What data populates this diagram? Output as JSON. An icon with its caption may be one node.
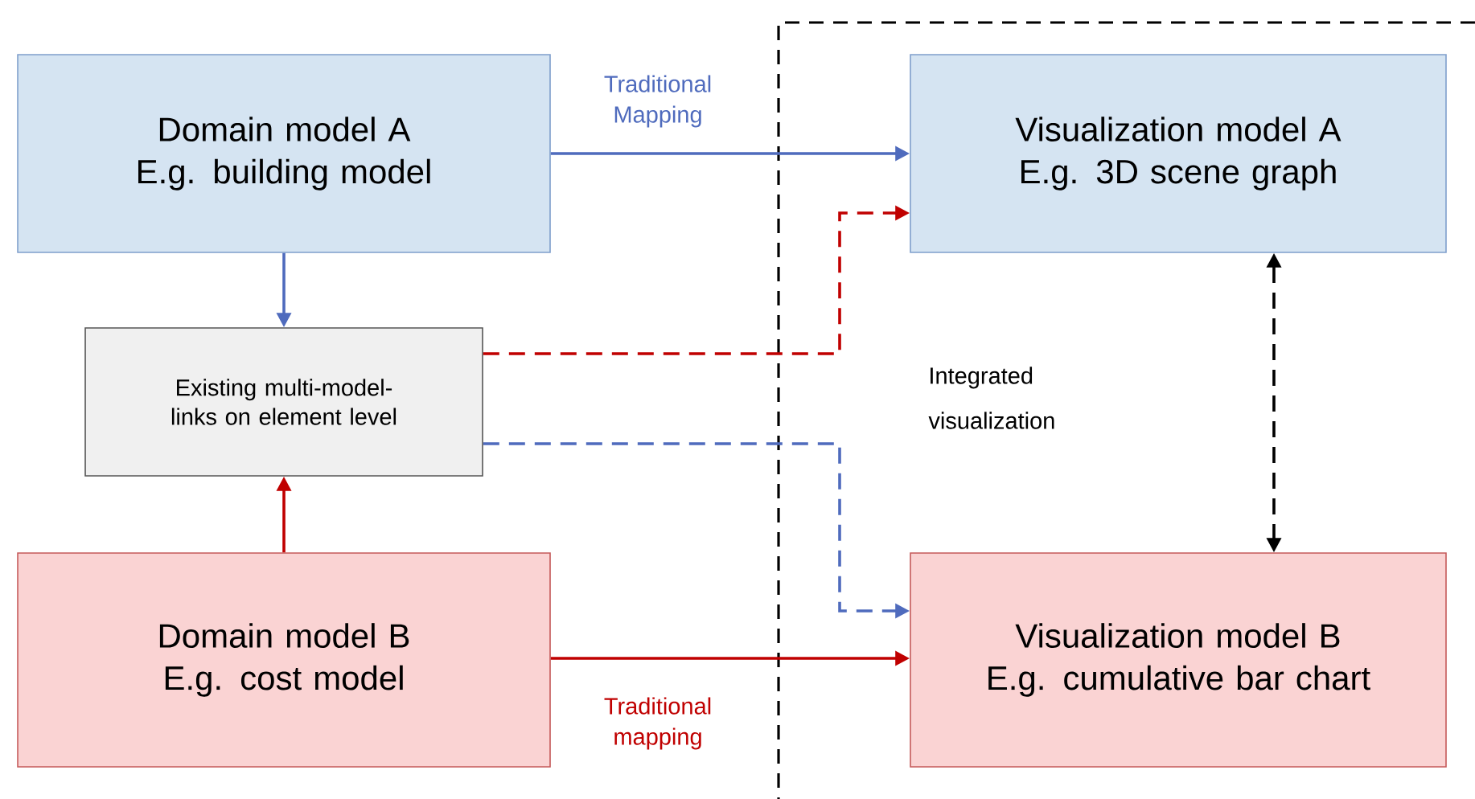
{
  "diagram": {
    "nodes": [
      {
        "text": [
          "Domain model A",
          "E.g. building model"
        ]
      },
      {
        "text": [
          "Existing multi-model-links on element level"
        ]
      },
      {
        "text": [
          "Domain model B",
          "E.g. cost model"
        ]
      },
      {
        "text": [
          "Visualization model A",
          "E.g. 3D scene graph"
        ]
      },
      {
        "text": [
          "Visualization model B",
          "E.g. cumulative bar chart"
        ]
      }
    ],
    "edges": [
      {
        "from": 0,
        "to": 3,
        "arrow": "to",
        "label": "Traditional Mapping",
        "color": "#4f6bbd"
      },
      {
        "from": 0,
        "to": 1,
        "arrow": "to",
        "color": "#4f6bbd"
      },
      {
        "from": 2,
        "to": 1,
        "arrow": "to",
        "color": "#c00000"
      },
      {
        "from": 2,
        "to": 4,
        "arrow": "to",
        "label": "Traditional mapping",
        "color": "#c00000"
      },
      {
        "from": 1,
        "to": 3,
        "arrow": "to",
        "style": "dashed",
        "color": "#c00000"
      },
      {
        "from": 1,
        "to": 4,
        "arrow": "to",
        "style": "dashed",
        "color": "#4f6bbd"
      },
      {
        "from": 3,
        "to": 4,
        "arrow": "both",
        "style": "dashed",
        "color": "#000000"
      }
    ],
    "labels": [
      "Integrated visualization"
    ]
  }
}
